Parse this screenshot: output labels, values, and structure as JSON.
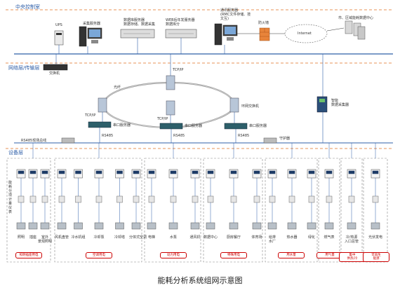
{
  "zones": {
    "central": "中央控制室",
    "network": "网络层/传输层",
    "device": "设备层"
  },
  "central_devices": {
    "ups": "UPS",
    "collector_server": "采集服务器",
    "db_server": "数据库服务器\n数据存储、数据采集",
    "web_server": "WEB后年发服务器\n数据库分",
    "comm_server": "通讯服务器\n(RMC文件存储、技\n文互)",
    "firewall": "防火墙",
    "internet": "Internet",
    "remote_center": "市、区域能耗数据中心"
  },
  "network_devices": {
    "switch": "交换机",
    "ring_label": "光纤",
    "tcpip_top": "TCP/IP",
    "tcpip_left": "TCP/IP",
    "tcpip_mid": "TCP/IP",
    "ring_switch": "环网交换机",
    "serial_1": "串口服务器",
    "serial_2": "串口服务器",
    "serial_3": "串口服务器",
    "rs485_1": "RS485",
    "rs485_2": "RS485",
    "rs485_3": "RS485",
    "rs485_bus": "RS485现场总线",
    "smart_gw": "智能\n数据采集器",
    "gateway": "守护器"
  },
  "device_groups": {
    "side_label": "能耗分项计量仪表",
    "g1_items": [
      "照明",
      "插座",
      "室外\n景观照明"
    ],
    "g1_tag": "照明插座用电",
    "g2_items": [
      "风机盘管",
      "冷水机组",
      "冷却泵",
      "冷却塔",
      "分体式空调"
    ],
    "g2_tag": "空调用电",
    "g3_items": [
      "电梯",
      "水泵",
      "通风机"
    ],
    "g3_tag": "动力用电",
    "g4_items": [
      "数据中心",
      "厨房餐厅",
      "体育场"
    ],
    "g4_tag": "特殊用电",
    "g5_items": [
      "给排\n水厂",
      "热水器",
      "绿化"
    ],
    "g5_tag": "用水量",
    "g6_items": [
      "燃气表"
    ],
    "g6_tag": "用气量",
    "g7_items": [
      "冷/热源\n入口总管"
    ],
    "g7_tag": "集中\n供热/冷",
    "g8_items": [
      "光伏发电"
    ],
    "g8_tag": "可再生\n能源"
  },
  "caption": "能耗分析系统组网示意图"
}
